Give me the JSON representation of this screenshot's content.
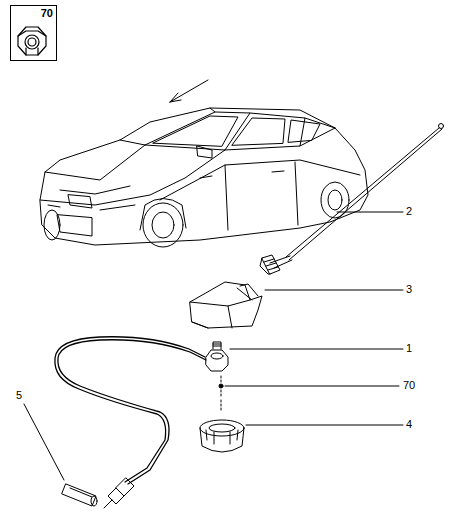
{
  "diagram": {
    "nodes": [
      {
        "text": [
          "70"
        ]
      }
    ],
    "labels": [
      "2",
      "3",
      "1",
      "70",
      "4",
      "5"
    ]
  }
}
